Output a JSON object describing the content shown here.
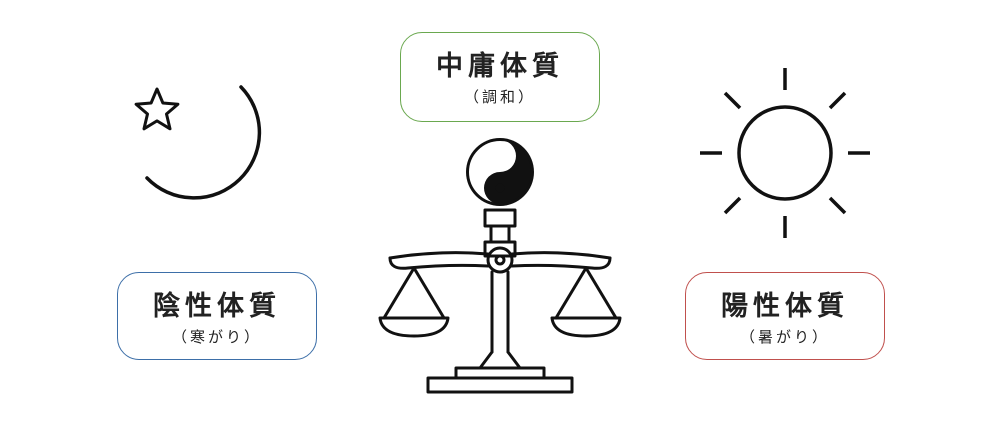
{
  "colors": {
    "center_border": "#6aa84f",
    "left_border": "#3d6fa8",
    "right_border": "#c0504d",
    "stroke": "#111111"
  },
  "icons": {
    "left": [
      "star-icon",
      "crescent-moon-icon"
    ],
    "center": [
      "yin-yang-icon",
      "balance-scale-icon"
    ],
    "right": [
      "sun-icon"
    ]
  },
  "center": {
    "title": "中庸体質",
    "subtitle": "（調和）"
  },
  "left": {
    "title": "陰性体質",
    "subtitle": "（寒がり）"
  },
  "right": {
    "title": "陽性体質",
    "subtitle": "（暑がり）"
  }
}
